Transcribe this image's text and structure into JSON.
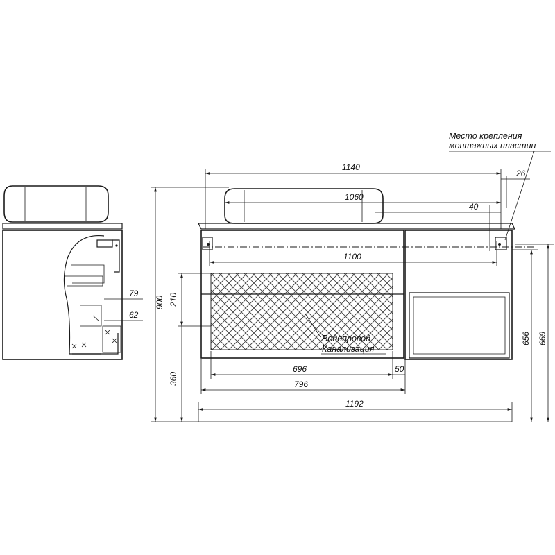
{
  "dimensions": {
    "d1140": "1140",
    "d1060": "1060",
    "d26": "26",
    "d40": "40",
    "d1100": "1100",
    "d900": "900",
    "d210": "210",
    "d360": "360",
    "d696": "696",
    "d50": "50",
    "d796": "796",
    "d1192": "1192",
    "d656": "656",
    "d669": "669",
    "d79": "79",
    "d62": "62"
  },
  "annotations": {
    "mount_line1": "Место крепления",
    "mount_line2": "монтажных пластин",
    "water_supply": "Водопровод",
    "sewerage": "Канализация"
  },
  "colors": {
    "line": "#1a1a1a",
    "background": "#ffffff"
  }
}
